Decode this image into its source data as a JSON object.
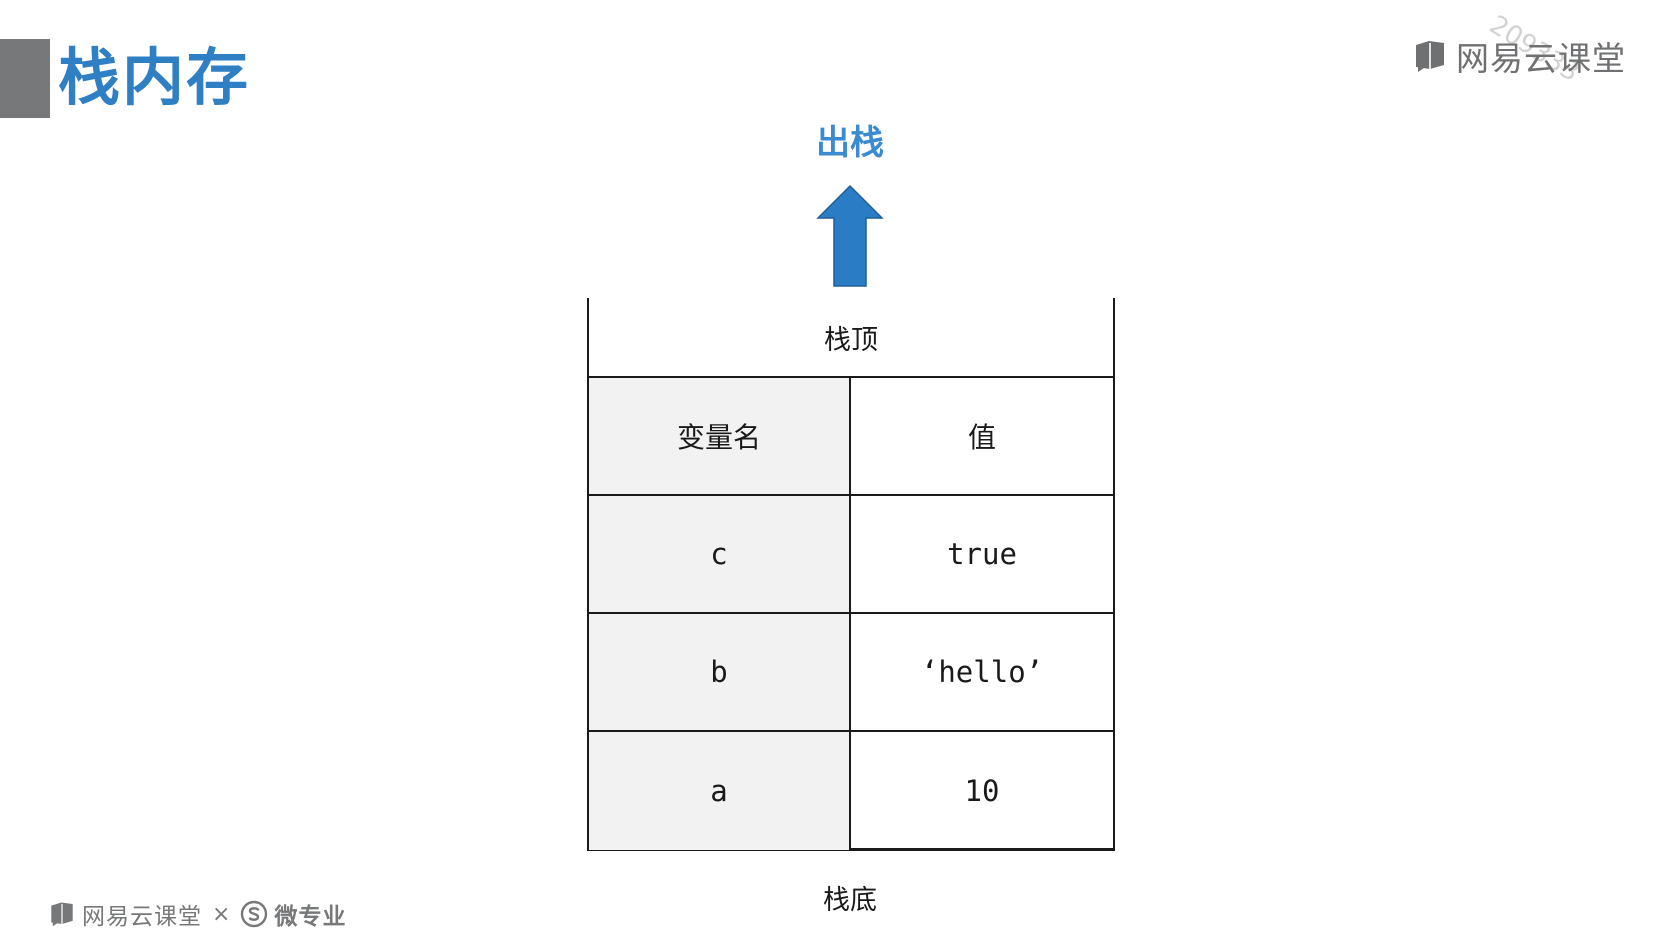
{
  "slide": {
    "title": "栈内存",
    "pop_label": "出栈",
    "stack_top_label": "栈顶",
    "stack_bottom_label": "栈底"
  },
  "table": {
    "headers": [
      "变量名",
      "值"
    ],
    "rows": [
      {
        "name": "c",
        "value": "true"
      },
      {
        "name": "b",
        "value": "‘hello’"
      },
      {
        "name": "a",
        "value": "10"
      }
    ]
  },
  "brand": {
    "top_right": "网易云课堂",
    "bottom_left": "网易云课堂",
    "separator": "×",
    "partner": "微专业",
    "watermark": "209333"
  },
  "colors": {
    "title": "#2f7fc4",
    "pop_label": "#3b8bd0",
    "arrow": "#2a7cc4",
    "name_column_bg": "#f2f2f2",
    "brand_gray": "#6f7072",
    "title_bar": "#77787a"
  },
  "icons": {
    "arrow": "arrow-up-icon",
    "brand": "book-icon",
    "partner": "s-logo-icon"
  }
}
